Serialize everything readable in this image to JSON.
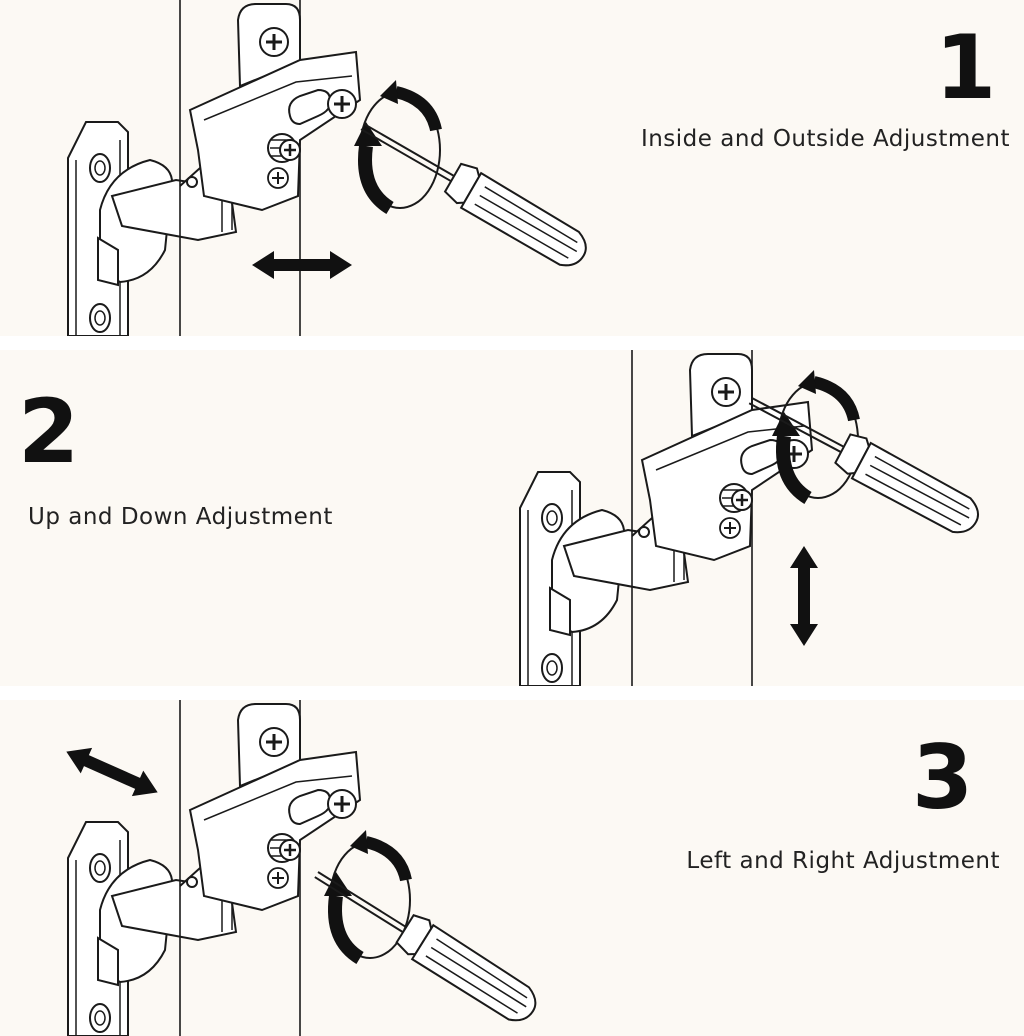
{
  "steps": [
    {
      "number": "1",
      "title": "Inside and Outside Adjustment"
    },
    {
      "number": "2",
      "title": "Up and Down Adjustment"
    },
    {
      "number": "3",
      "title": "Left and Right Adjustment"
    }
  ],
  "colors": {
    "panel_background": "#fcf9f4",
    "line": "#1a1a1a",
    "arrow": "#111111"
  },
  "icons": {
    "hinge": "concealed-cabinet-hinge-icon",
    "screwdriver": "screwdriver-icon",
    "rotation": "rotation-arrow-icon",
    "direction": "double-arrow-icon"
  }
}
